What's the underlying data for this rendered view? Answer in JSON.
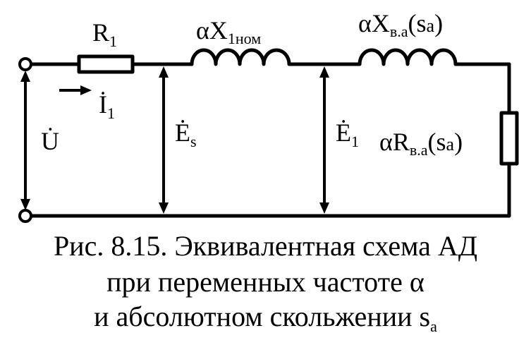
{
  "labels": {
    "r1": "R",
    "r1_sub": "1",
    "x1nom_alpha": "α",
    "x1nom_main": "X",
    "x1nom_sub": "1ном",
    "xva_alpha": "α",
    "xva_main": "X",
    "xva_sub": "в.а",
    "xva_arg": "(s",
    "xva_arg_sub": "a",
    "xva_arg_close": ")",
    "rva_alpha": "α",
    "rva_main": "R",
    "rva_sub": "в.а",
    "rva_arg": "(s",
    "rva_arg_sub": "a",
    "rva_arg_close": ")",
    "i1_main": "İ",
    "i1_sub": "1",
    "u_main": "U̇",
    "es_main": "Ė",
    "es_sub": "s",
    "e1_main": "Ė",
    "e1_sub": "1"
  },
  "caption": {
    "line1": "Рис. 8.15. Эквивалентная схема АД",
    "line2": "при переменных частоте α",
    "line3_text": "и абсолютном скольжении s",
    "line3_sub": "a"
  }
}
